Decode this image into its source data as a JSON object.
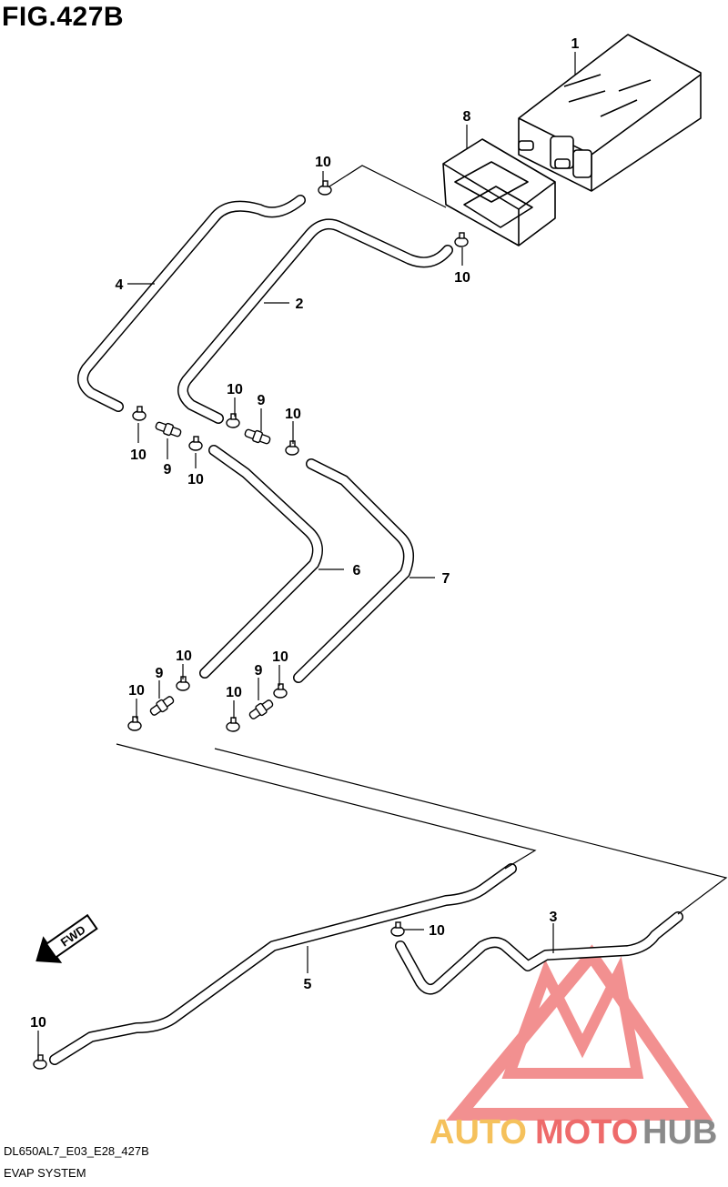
{
  "figure": {
    "title": "FIG.427B",
    "model_code": "DL650AL7_E03_E28_427B",
    "section_name": "EVAP SYSTEM"
  },
  "callouts": {
    "c1": "1",
    "c2": "2",
    "c3": "3",
    "c4": "4",
    "c5": "5",
    "c6": "6",
    "c7": "7",
    "c8": "8",
    "c9a": "9",
    "c9b": "9",
    "c9c": "9",
    "c9d": "9",
    "c10a": "10",
    "c10b": "10",
    "c10c": "10",
    "c10d": "10",
    "c10e": "10",
    "c10f": "10",
    "c10g": "10",
    "c10h": "10",
    "c10i": "10",
    "c10j": "10",
    "c10k": "10",
    "c10l": "10"
  },
  "direction_arrow": {
    "label": "FWD"
  },
  "watermark": {
    "prefix": "AUTO",
    "middle": "MOTO",
    "suffix": "HUB",
    "colors": {
      "auto": "#f5c15c",
      "moto": "#ee6b6b",
      "hub": "#8a8a8a",
      "logo": "#ee6b6b"
    }
  }
}
